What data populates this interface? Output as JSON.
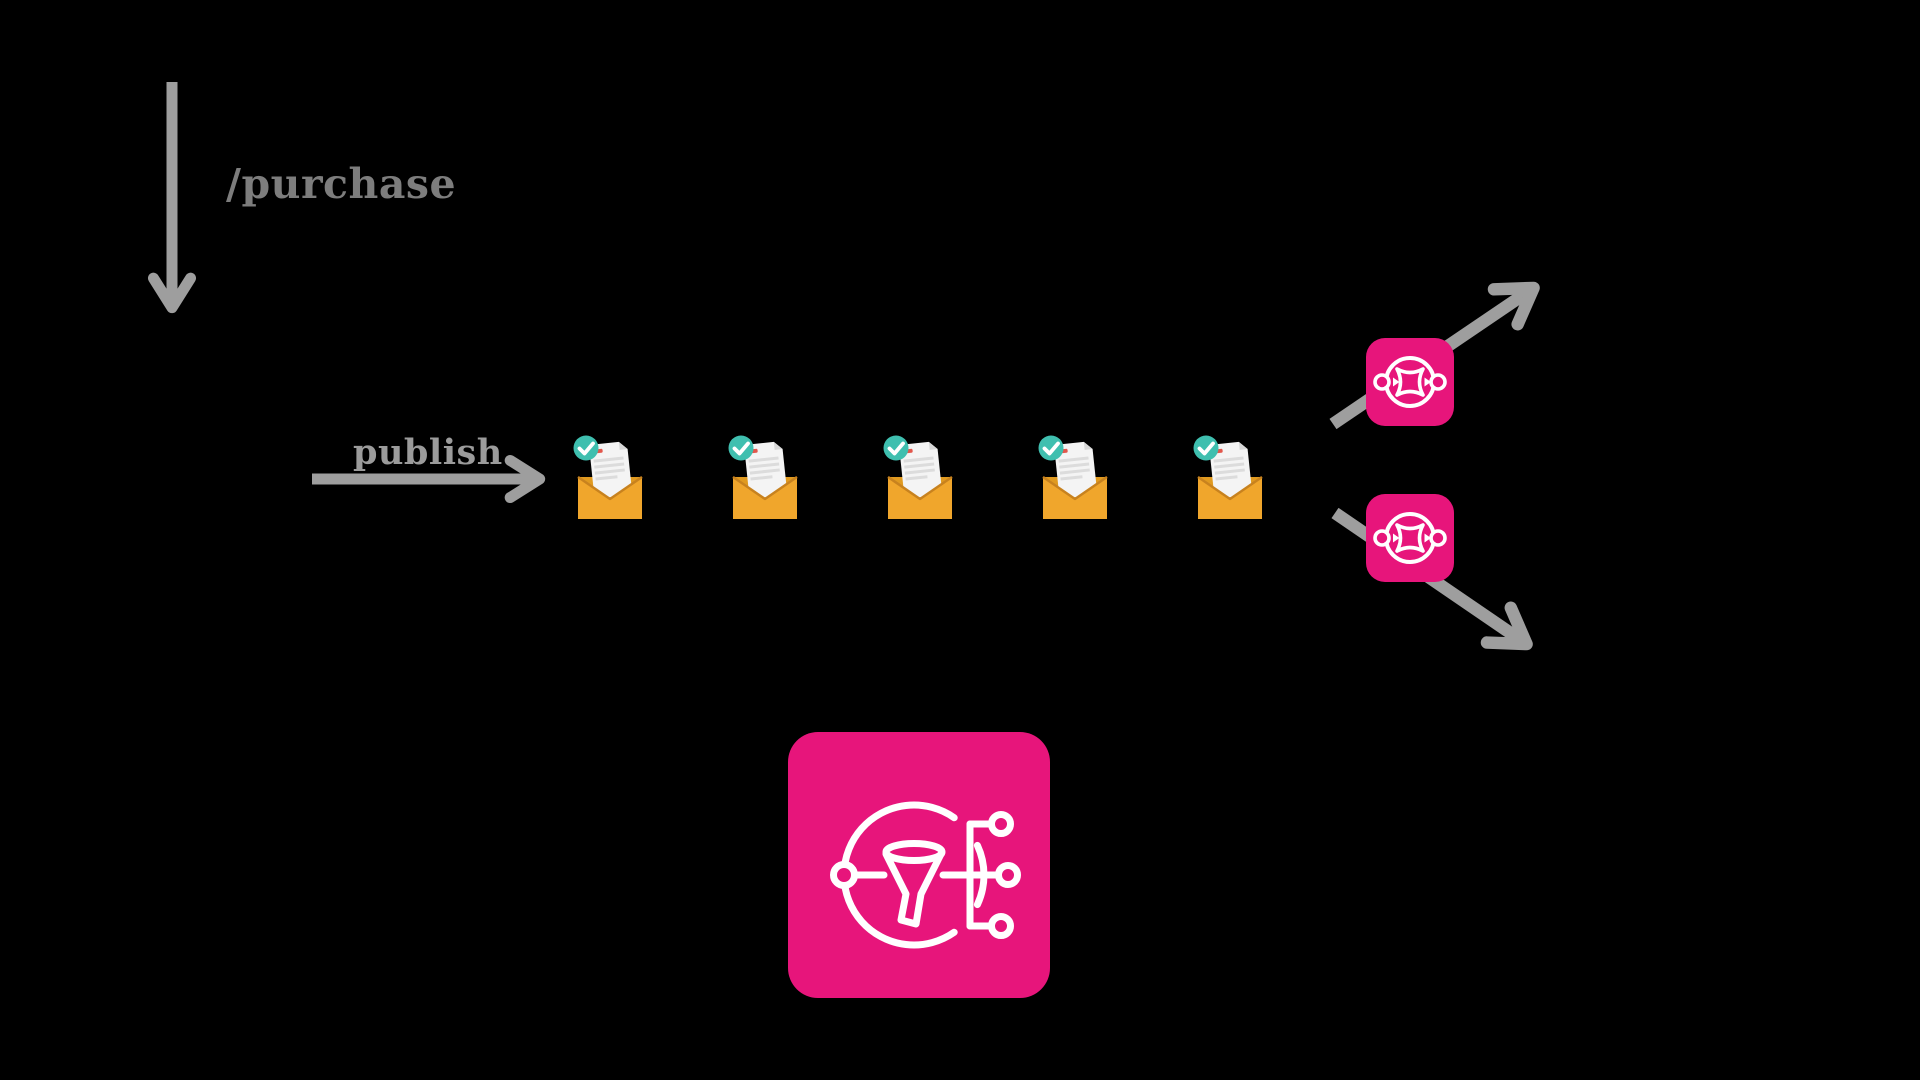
{
  "diagram": {
    "flow": {
      "purchase_label": "/purchase",
      "publish_label": "publish"
    },
    "queue": {
      "message_count": 5,
      "message_icon": "approved-email-envelope-icon"
    },
    "icons": {
      "top_router": "eventbridge-rule-icon",
      "bottom_router": "eventbridge-rule-icon",
      "center": "eventbridge-service-icon",
      "left_service": "black-silhouette-icon",
      "top_right_service": "black-silhouette-icon"
    },
    "colors": {
      "background": "#000000",
      "accent_pink": "#E7157B",
      "arrow_gray": "#9E9E9E",
      "purchase_label_gray": "#7D7D7D",
      "publish_label_gray": "#9B9B9B",
      "envelope_amber": "#F0A62C",
      "envelope_back_amber": "#E09A20",
      "envelope_fold": "#C8821E",
      "check_teal": "#3FBFAF",
      "paper_white": "#F4F4F4",
      "paper_line_gray": "#DCDCDC",
      "red_mark": "#E2574C",
      "glyph_white": "#FFFFFF"
    }
  }
}
